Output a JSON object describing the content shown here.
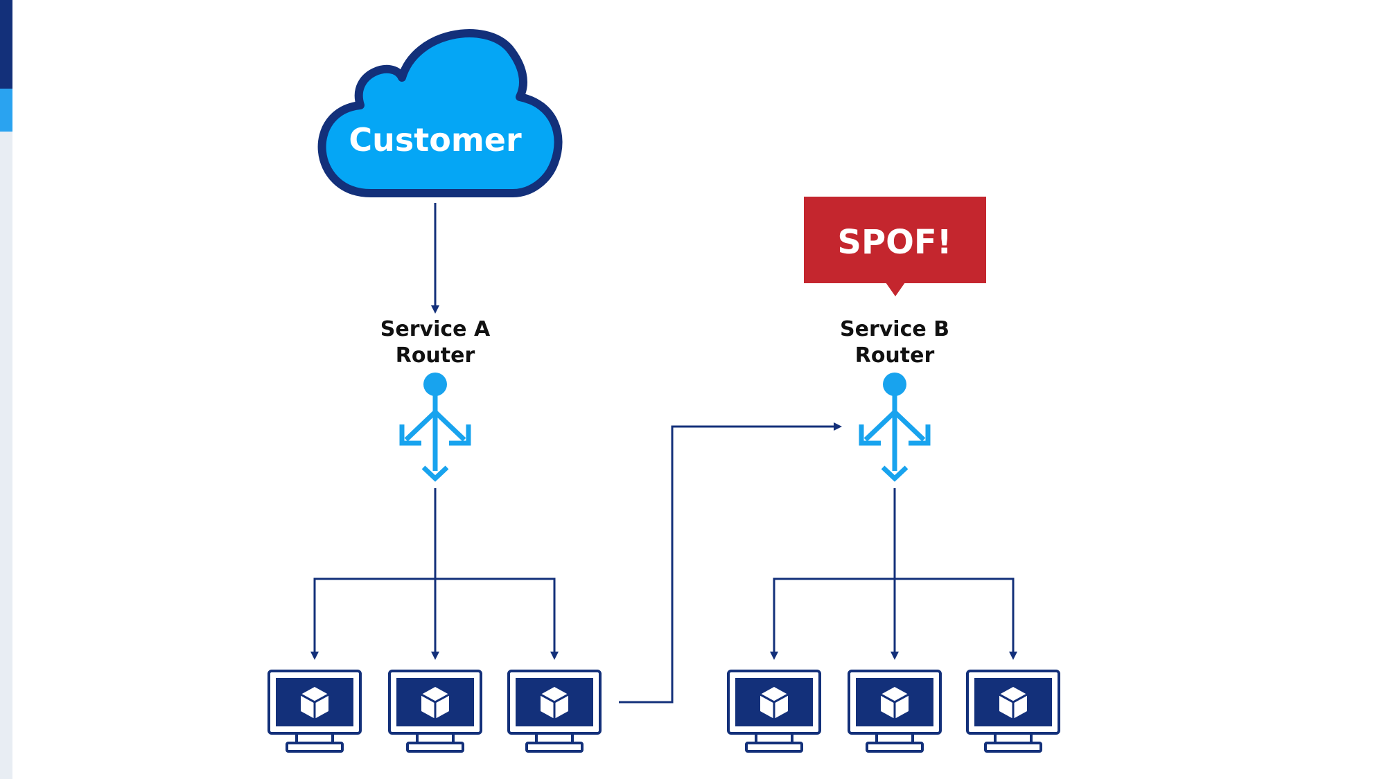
{
  "customer": {
    "label": "Customer"
  },
  "service_a": {
    "line1": "Service A",
    "line2": "Router"
  },
  "service_b": {
    "line1": "Service B",
    "line2": "Router"
  },
  "spof": {
    "label": "SPOF!"
  },
  "colors": {
    "navy": "#13307a",
    "cloud_fill": "#05a6f5",
    "router_blue": "#18a3ee",
    "spof_red": "#c4262e",
    "monitor_screen": "#13307a"
  },
  "icons": {
    "customer": "cloud-icon",
    "router": "router-icon",
    "server": "monitor-icon",
    "container": "cube-icon"
  }
}
